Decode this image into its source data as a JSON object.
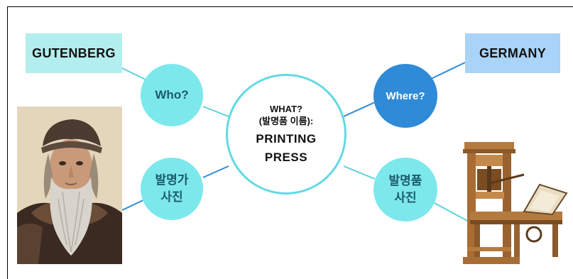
{
  "left_box": {
    "label": "GUTENBERG"
  },
  "right_box": {
    "label": "GERMANY"
  },
  "who_circle": {
    "label": "Who?"
  },
  "where_circle": {
    "label": "Where?"
  },
  "inventor_circle": {
    "line1": "발명가",
    "line2": "사진"
  },
  "invention_circle": {
    "line1": "발명품",
    "line2": "사진"
  },
  "center_circle": {
    "question_line1": "WHAT?",
    "question_line2": "(발명품 이름):",
    "answer_line1": "PRINTING",
    "answer_line2": "PRESS"
  },
  "colors": {
    "light_teal": "#b3eeee",
    "light_blue": "#a9d3f7",
    "cyan_circle": "#7de8ec",
    "blue_circle": "#2f8bd7",
    "center_border": "#63d9e3",
    "connector": "#5fd0dc"
  }
}
